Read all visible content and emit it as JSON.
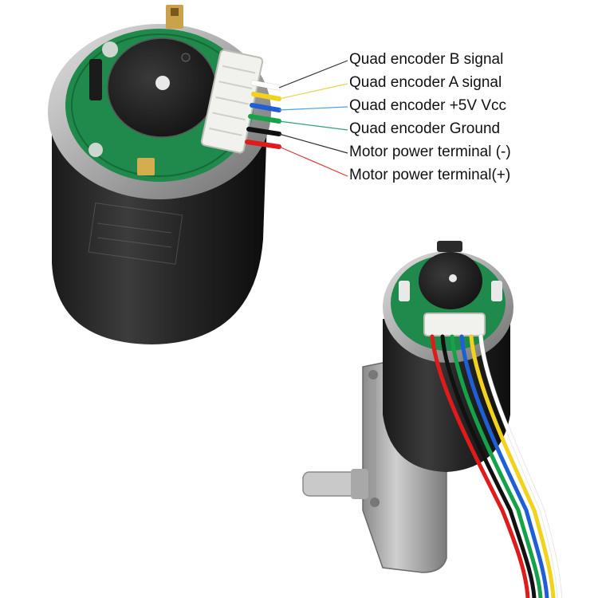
{
  "labels": {
    "encoder_b": "Quad encoder B signal",
    "encoder_a": "Quad encoder A signal",
    "encoder_vcc": "Quad encoder +5V Vcc",
    "encoder_gnd": "Quad encoder Ground",
    "motor_neg": "Motor power terminal (-)",
    "motor_pos": "Motor power terminal(+)"
  },
  "wire_colors": {
    "encoder_b": "#ffffff",
    "encoder_a": "#f2d21a",
    "encoder_vcc": "#1f5fd6",
    "encoder_gnd": "#15a34a",
    "motor_neg": "#111111",
    "motor_pos": "#e01b1b"
  },
  "leader_colors": {
    "encoder_b": "#333333",
    "encoder_a": "#e8d44a",
    "encoder_vcc": "#4aa3df",
    "encoder_gnd": "#2aa57a",
    "motor_neg": "#333333",
    "motor_pos": "#d83a3a"
  }
}
